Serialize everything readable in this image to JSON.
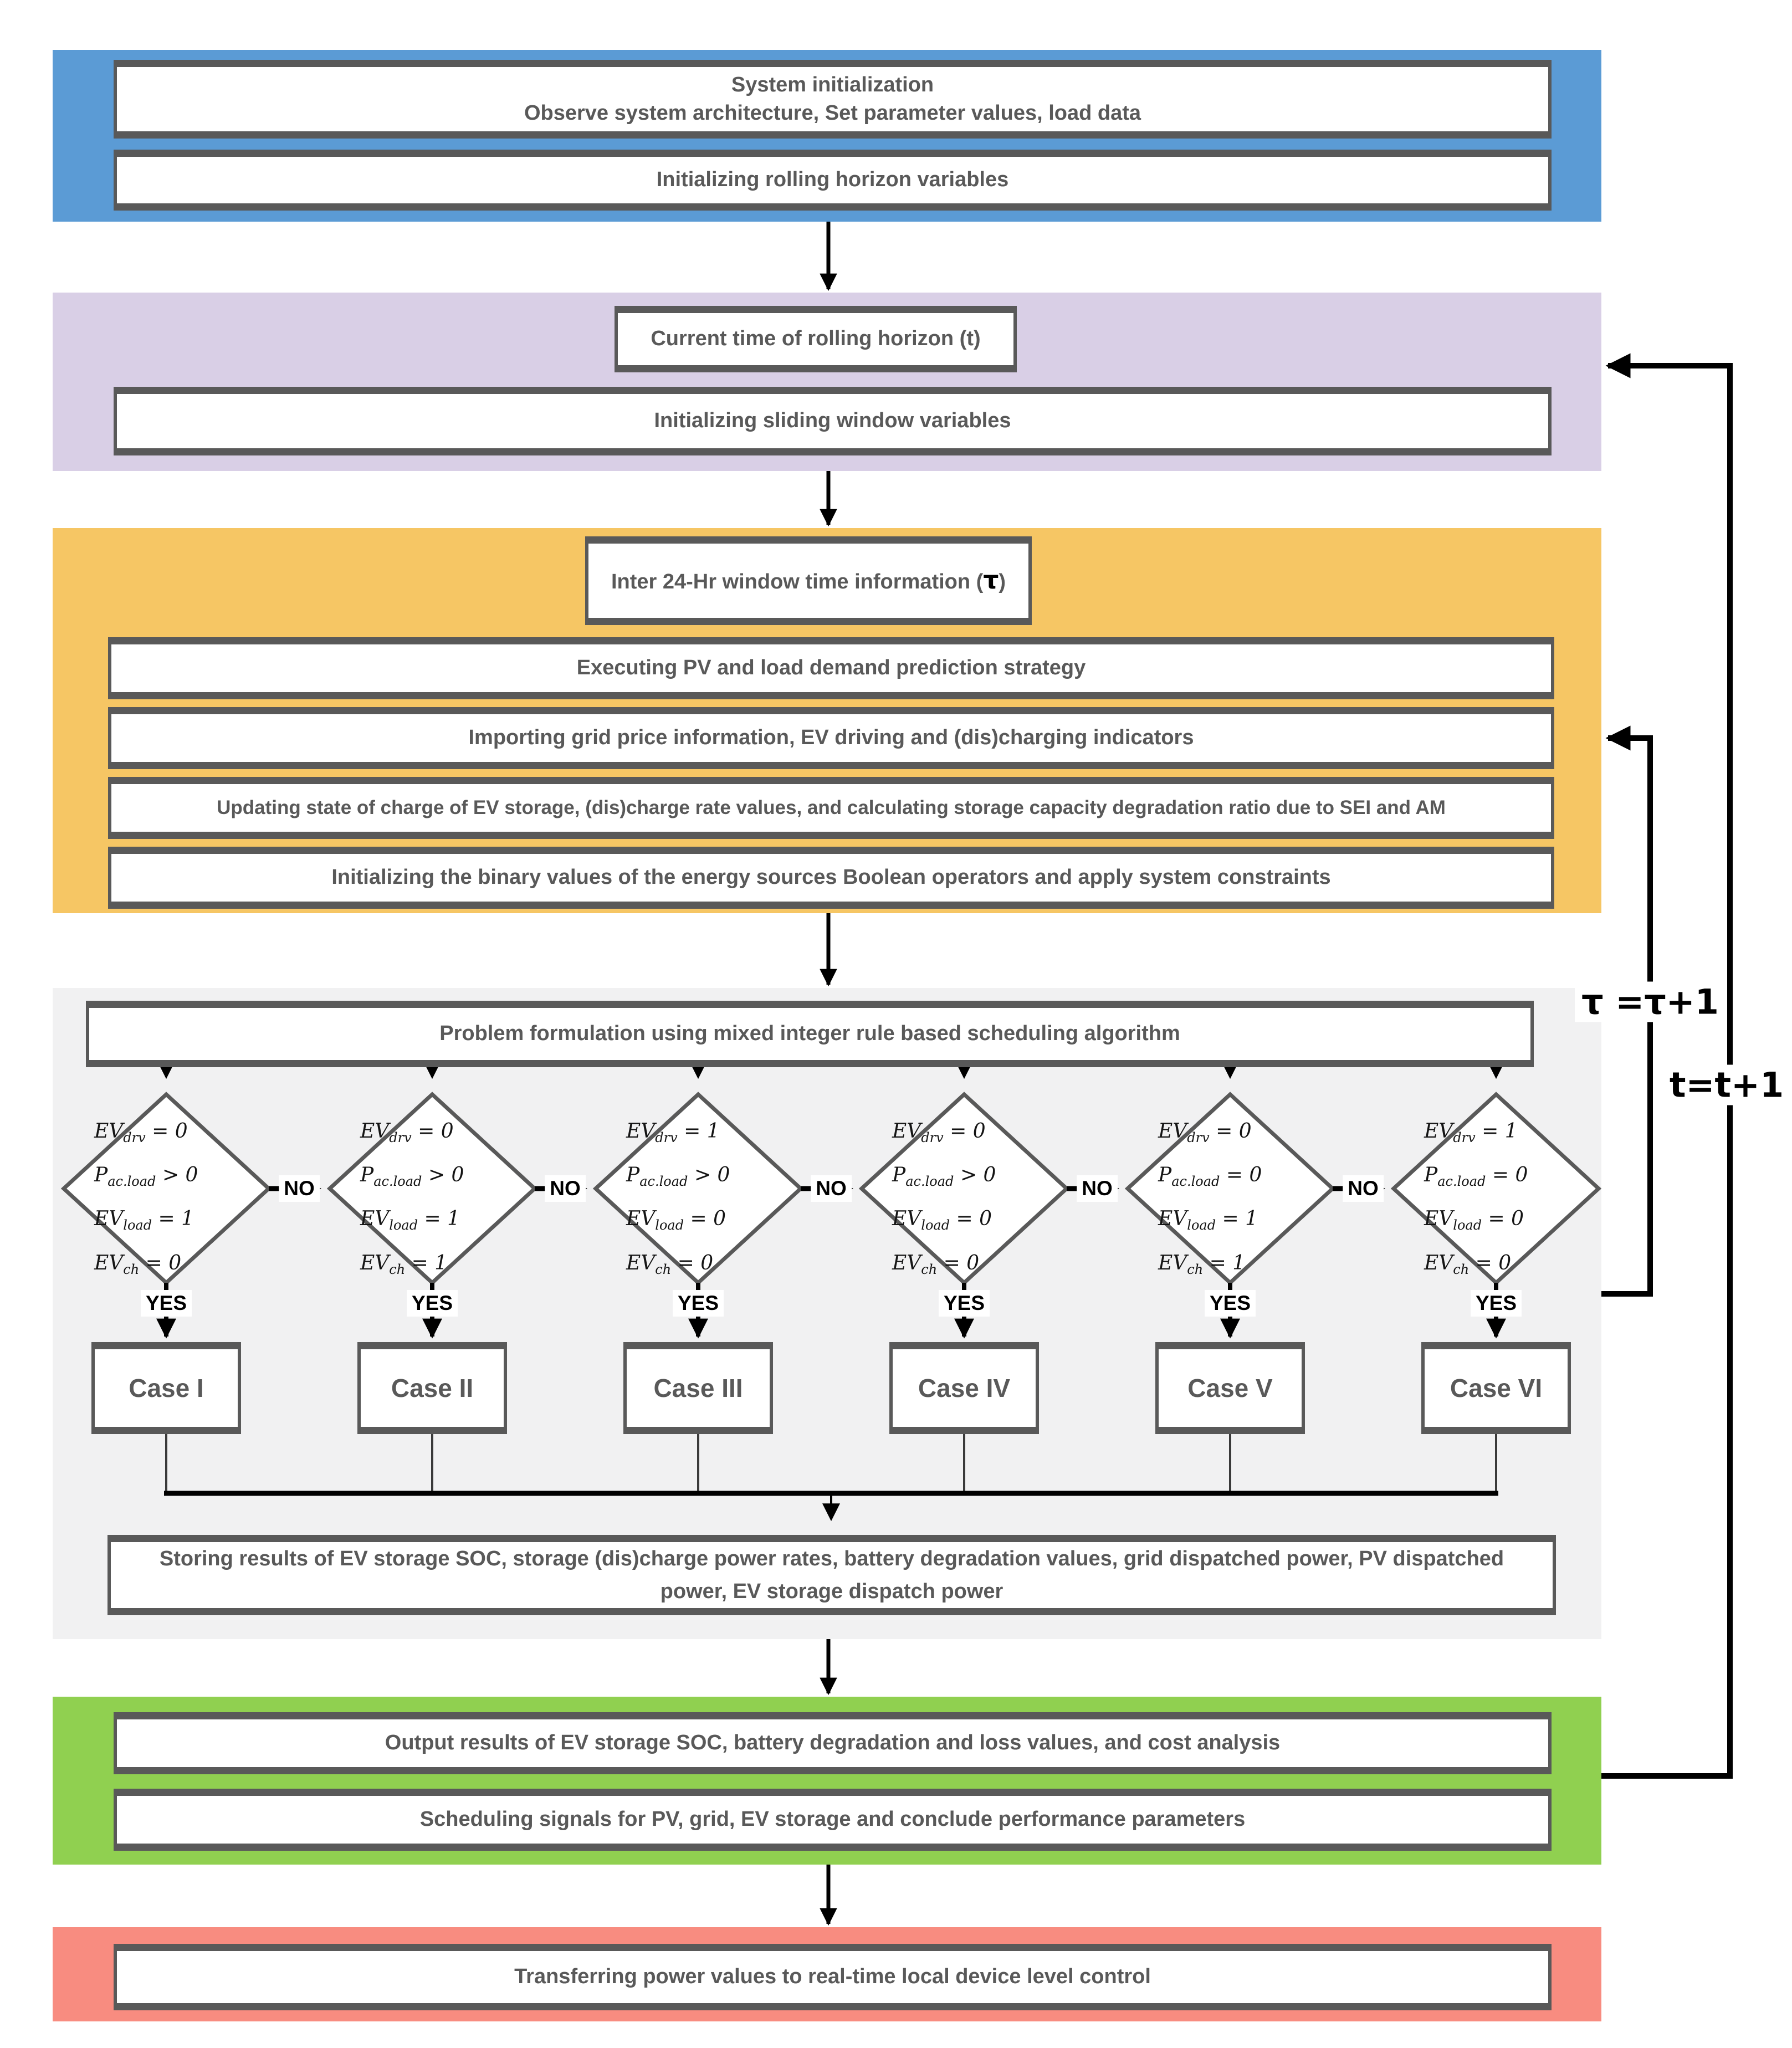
{
  "colors": {
    "blue": "#5B9BD5",
    "lavender": "#D9CFE6",
    "amber": "#F6C664",
    "panel_gray": "#F1F1F2",
    "green": "#90D050",
    "salmon": "#F88C80",
    "border": "#595959",
    "text": "#595959",
    "line": "#000000"
  },
  "labels": {
    "yes": "YES",
    "no": "NO",
    "tau_loop": "τ =τ+1",
    "t_loop": "t=t+1"
  },
  "sections": {
    "system_init": {
      "title_line1": "System initialization",
      "title_line2": "Observe system architecture, Set parameter values, load data",
      "rolling_box": "Initializing rolling horizon variables"
    },
    "rolling_horizon": {
      "current_time_box": "Current time of rolling horizon (t)",
      "sliding_box": "Initializing sliding window variables"
    },
    "window_24hr": {
      "inter_prefix": "Inter 24-Hr window time information (",
      "inter_tau": "τ",
      "inter_suffix": ")",
      "executing_box": "Executing PV and load demand prediction strategy",
      "importing_box": "Importing grid price information, EV driving and (dis)charging indicators",
      "updating_box": "Updating state of charge of EV storage, (dis)charge rate values, and calculating storage capacity degradation ratio due to SEI and AM",
      "boolean_box": "Initializing the binary values of the energy sources Boolean operators and apply system constraints"
    },
    "scheduling": {
      "problem_box": "Problem formulation using mixed integer rule based scheduling algorithm",
      "storing_box": "Storing results of EV storage SOC, storage (dis)charge power rates,  battery degradation values, grid dispatched power, PV dispatched power, EV storage dispatch power"
    },
    "output": {
      "results_box": "Output results of EV storage SOC, battery degradation and loss values, and cost analysis",
      "signals_box": "Scheduling signals for PV, grid, EV storage and conclude performance parameters"
    },
    "transfer": {
      "transfer_box": "Transferring power values to real-time local device level control"
    }
  },
  "decision": {
    "diamonds": [
      {
        "case_label": "Case I",
        "conditions": [
          [
            "EV",
            "drv",
            " = 0"
          ],
          [
            "P",
            "ac.load",
            " > 0"
          ],
          [
            "EV",
            "load",
            " = 1"
          ],
          [
            "EV",
            "ch",
            " = 0"
          ]
        ]
      },
      {
        "case_label": "Case II",
        "conditions": [
          [
            "EV",
            "drv",
            " = 0"
          ],
          [
            "P",
            "ac.load",
            " > 0"
          ],
          [
            "EV",
            "load",
            " = 1"
          ],
          [
            "EV",
            "ch",
            " = 1"
          ]
        ]
      },
      {
        "case_label": "Case III",
        "conditions": [
          [
            "EV",
            "drv",
            " = 1"
          ],
          [
            "P",
            "ac.load",
            " > 0"
          ],
          [
            "EV",
            "load",
            " = 0"
          ],
          [
            "EV",
            "ch",
            " = 0"
          ]
        ]
      },
      {
        "case_label": "Case IV",
        "conditions": [
          [
            "EV",
            "drv",
            " = 0"
          ],
          [
            "P",
            "ac.load",
            " > 0"
          ],
          [
            "EV",
            "load",
            " = 0"
          ],
          [
            "EV",
            "ch",
            " = 0"
          ]
        ]
      },
      {
        "case_label": "Case V",
        "conditions": [
          [
            "EV",
            "drv",
            " = 0"
          ],
          [
            "P",
            "ac.load",
            " = 0"
          ],
          [
            "EV",
            "load",
            " = 1"
          ],
          [
            "EV",
            "ch",
            " = 1"
          ]
        ]
      },
      {
        "case_label": "Case VI",
        "conditions": [
          [
            "EV",
            "drv",
            " = 1"
          ],
          [
            "P",
            "ac.load",
            " = 0"
          ],
          [
            "EV",
            "load",
            " = 0"
          ],
          [
            "EV",
            "ch",
            " = 0"
          ]
        ]
      }
    ]
  }
}
